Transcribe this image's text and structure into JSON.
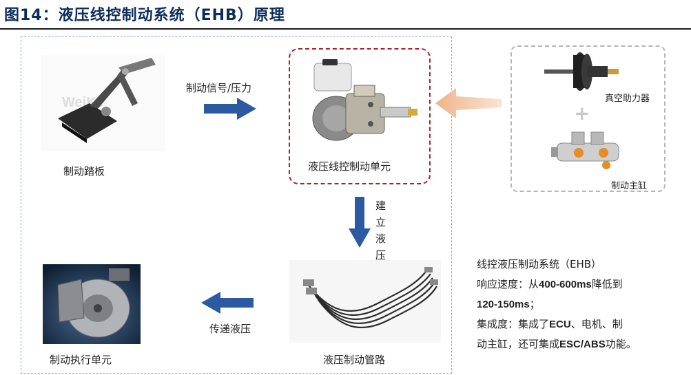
{
  "title": "图14：液压线控制动系统（EHB）原理",
  "labels": {
    "pedal": "制动踏板",
    "signal": "制动信号/压力",
    "ehb_unit": "液压线控制动单元",
    "build_pressure": "建立液压",
    "pipeline": "液压制动管路",
    "transfer": "传递液压",
    "actuator": "制动执行单元",
    "booster": "真空助力器",
    "master_cylinder": "制动主缸",
    "plus": "+"
  },
  "watermark": "WeiKe",
  "info": {
    "line1": "线控液压制动系统（EHB）",
    "line2_prefix": "响应速度：从",
    "line2_bold": "400-600ms",
    "line2_suffix": "降低到",
    "line3_bold": "120-150ms",
    "line3_suffix": "；",
    "line4_prefix": "集成度：集成了",
    "line4_bold": "ECU",
    "line4_suffix": "、电机、制",
    "line5_prefix": "动主缸，还可集成",
    "line5_bold": "ESC/ABS",
    "line5_suffix": "功能。"
  },
  "colors": {
    "arrow_blue": "#2c5aa0",
    "arrow_orange": "#f3c3a2",
    "ecu_border": "#a8202a",
    "frame_border": "#8fb0cf",
    "legacy_border": "#b5b5b5"
  },
  "icons": [
    "brake-pedal-illustration",
    "ehb-unit-illustration",
    "vacuum-booster-illustration",
    "master-cylinder-illustration",
    "brake-pipeline-illustration",
    "brake-disc-illustration"
  ]
}
